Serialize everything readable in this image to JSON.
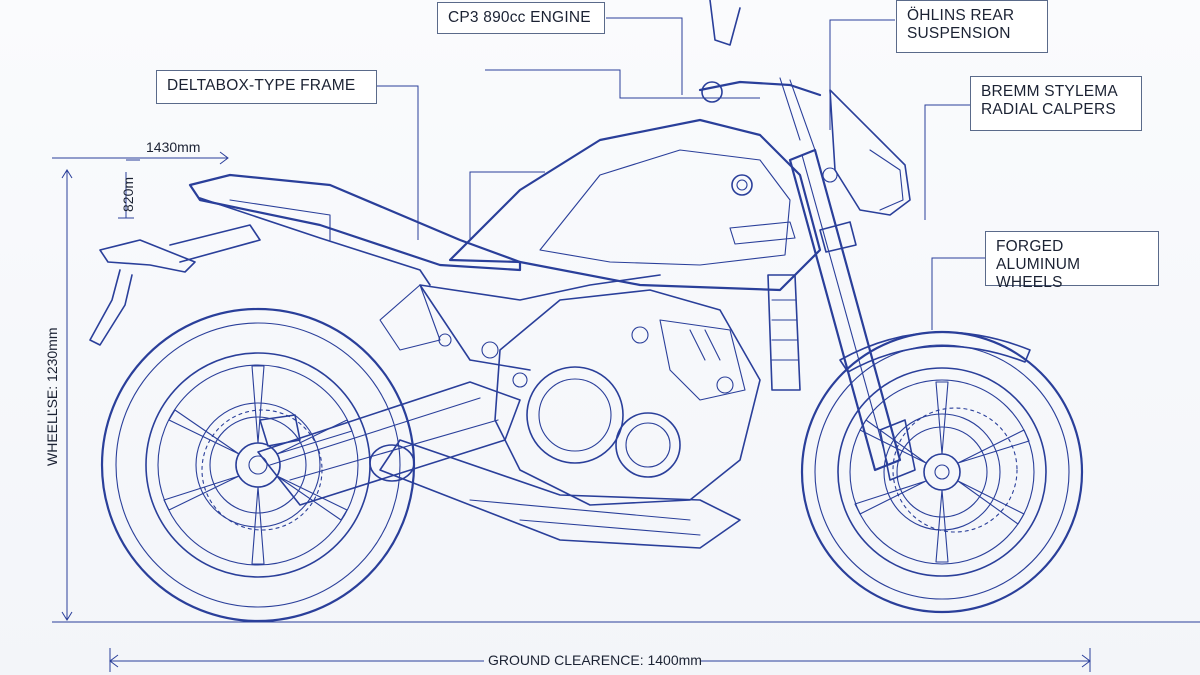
{
  "callouts": {
    "engine": "CP3 890cc ENGINE",
    "rear_suspension": [
      "ÖHLINS REAR",
      "SUSPENSION"
    ],
    "frame": "DELTABOX-TYPE FRAME",
    "calipers": [
      "BREMM STYLEMA",
      "RADIAL CALPERS"
    ],
    "wheels": [
      "FORGED ALUMINUM",
      "WHEELS"
    ]
  },
  "dimensions": {
    "length": "1430mm",
    "seat_height": "820m",
    "wheelbase": "WHEELĽSE: 1230mm",
    "ground_clearance": "GROUND CLEARENCE: 1400mm"
  },
  "colors": {
    "ink": "#2a3f9a",
    "paper": "#f7f8fb"
  }
}
